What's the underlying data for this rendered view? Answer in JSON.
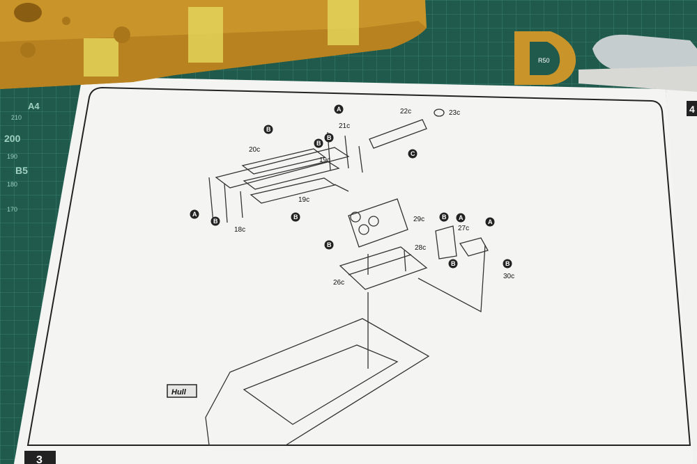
{
  "mat": {
    "labels": [
      "A4",
      "210",
      "200",
      "B5",
      "190",
      "180",
      "170"
    ],
    "colors": {
      "mat": "#1f5a4c",
      "grid": "#3f8a78",
      "hull": "#c9942a",
      "tape": "#e3d35a"
    }
  },
  "instructions": {
    "page_left": "3",
    "page_right": "4",
    "hull_label": "Hull",
    "parts": [
      "21c",
      "22c",
      "23c",
      "20c",
      "19c",
      "19c",
      "18c",
      "29c",
      "27c",
      "28c",
      "26c",
      "30c"
    ],
    "circles": [
      "A",
      "B",
      "B",
      "B",
      "A",
      "B",
      "B",
      "C",
      "B",
      "A",
      "A",
      "B",
      "B",
      "B"
    ]
  },
  "accessory": {
    "label": "R50"
  }
}
